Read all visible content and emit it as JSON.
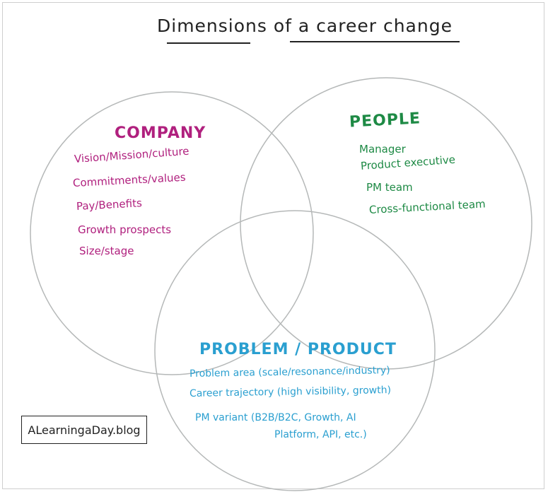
{
  "title": "Dimensions of a career change",
  "sets": {
    "company": {
      "heading": "COMPANY",
      "color": "#b0207e",
      "items": [
        "Vision/Mission/culture",
        "Commitments/values",
        "Pay/Benefits",
        "Growth prospects",
        "Size/stage"
      ]
    },
    "people": {
      "heading": "PEOPLE",
      "color": "#1e8a45",
      "items": [
        "Manager",
        "Product executive",
        "PM team",
        "Cross-functional team"
      ]
    },
    "problem": {
      "heading": "PROBLEM / PRODUCT",
      "color": "#2a9fd0",
      "items": [
        "Problem area (scale/resonance/industry)",
        "Career trajectory (high visibility, growth)",
        "PM variant (B2B/B2C, Growth, AI",
        "Platform, API, etc.)"
      ]
    }
  },
  "watermark": "ALearningaDay.blog"
}
